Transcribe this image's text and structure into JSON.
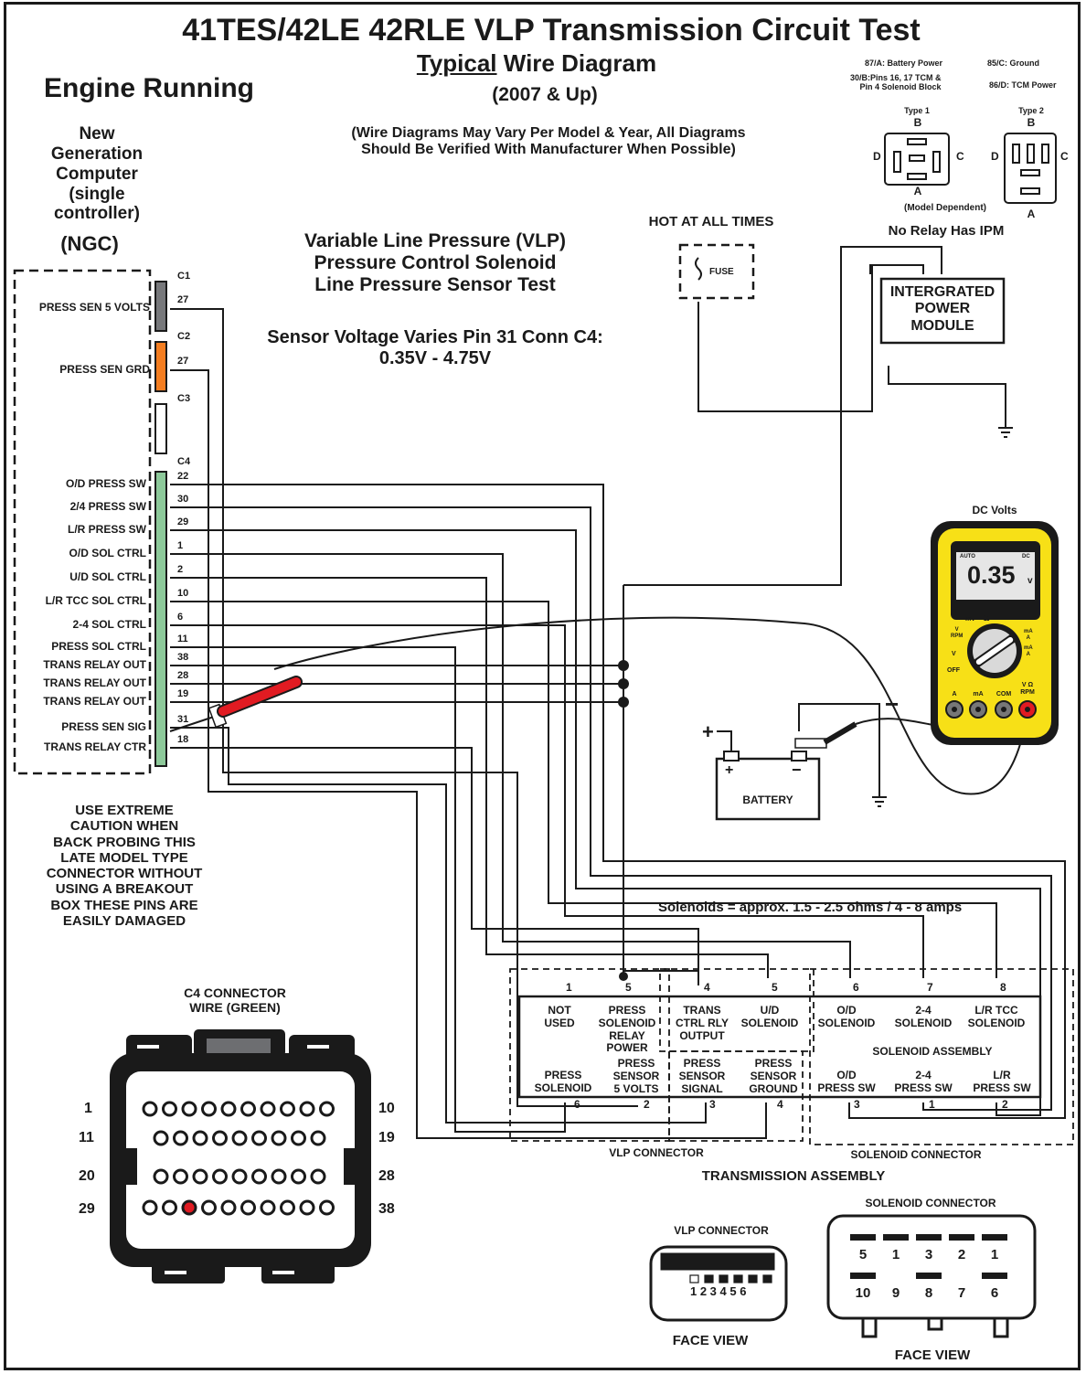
{
  "title": "41TES/42LE 42RLE VLP Transmission Circuit Test",
  "subtitle_typical": "Typical",
  "subtitle_rest": " Wire Diagram",
  "year": "(2007 & Up)",
  "disclaimer": "(Wire Diagrams May Vary Per Model & Year, All Diagrams\nShould Be Verified With Manufacturer When Possible)",
  "engine_state": "Engine Running",
  "computer": {
    "label": "New\nGeneration\nComputer\n(single\ncontroller)",
    "abbr": "(NGC)",
    "connectors": [
      "C1",
      "C2",
      "C3",
      "C4"
    ],
    "c1_pin_label": "PRESS SEN 5 VOLTS",
    "c1_pin": "27",
    "c2_pin_label": "PRESS SEN GRD",
    "c2_pin": "27",
    "c4_pins": [
      {
        "label": "O/D PRESS SW",
        "pin": "22"
      },
      {
        "label": "2/4 PRESS SW",
        "pin": "30"
      },
      {
        "label": "L/R PRESS SW",
        "pin": "29"
      },
      {
        "label": "O/D SOL CTRL",
        "pin": "1"
      },
      {
        "label": "U/D SOL CTRL",
        "pin": "2"
      },
      {
        "label": "L/R TCC SOL CTRL",
        "pin": "10"
      },
      {
        "label": "2-4 SOL CTRL",
        "pin": "6"
      },
      {
        "label": "PRESS SOL CTRL",
        "pin": "11"
      },
      {
        "label": "TRANS RELAY OUT",
        "pin": "38"
      },
      {
        "label": "TRANS RELAY OUT",
        "pin": "28"
      },
      {
        "label": "TRANS RELAY OUT",
        "pin": "19"
      },
      {
        "label": "PRESS SEN SIG",
        "pin": "31"
      },
      {
        "label": "TRANS RELAY CTR",
        "pin": "18"
      }
    ]
  },
  "test_title": "Variable Line Pressure (VLP)\nPressure Control Solenoid\nLine Pressure Sensor Test",
  "sensor_note": "Sensor Voltage Varies Pin 31 Conn C4:\n0.35V - 4.75V",
  "hot": "HOT AT ALL TIMES",
  "fuse": "FUSE",
  "ipm": "INTERGRATED\nPOWER\nMODULE",
  "relay": {
    "legend_87": "87/A: Battery Power",
    "legend_30": "30/B:Pins 16, 17 TCM &\nPin 4 Solenoid Block",
    "legend_85": "85/C: Ground",
    "legend_86": "86/D: TCM Power",
    "type1": "Type 1",
    "type2": "Type 2",
    "b": "B",
    "a": "A",
    "c": "C",
    "d": "D",
    "model_dep": "(Model Dependent)",
    "no_relay": "No Relay Has IPM"
  },
  "meter": {
    "title": "DC Volts",
    "reading": "0.35",
    "unit": "v",
    "auto": "AUTO",
    "dc": "DC",
    "mv": "mV",
    "ohm": "Ω",
    "vrpm": "V\nRPM",
    "v": "V",
    "off": "OFF",
    "ma_a": "mA\nA",
    "ma_a2": "mA\nA",
    "jack_a": "A",
    "jack_ma": "mA",
    "jack_com": "COM",
    "jack_v": "V Ω\nRPM"
  },
  "battery": {
    "label": "BATTERY",
    "plus": "+",
    "minus": "−",
    "pos_lead": "+",
    "neg_lead": "−"
  },
  "caution": "USE EXTREME\nCAUTION WHEN\nBACK PROBING THIS\nLATE MODEL TYPE\nCONNECTOR WITHOUT\nUSING A BREAKOUT\nBOX THESE PINS ARE\nEASILY DAMAGED",
  "solenoid_note": "Solenoids = approx. 1.5 - 2.5 ohms / 4 - 8 amps",
  "assembly": {
    "top_pins": [
      "1",
      "5",
      "4",
      "5",
      "6",
      "7",
      "8"
    ],
    "top_labels": [
      "NOT\nUSED",
      "PRESS\nSOLENOID\nRELAY\nPOWER",
      "TRANS\nCTRL RLY\nOUTPUT",
      "U/D\nSOLENOID",
      "O/D\nSOLENOID",
      "2-4\nSOLENOID",
      "L/R TCC\nSOLENOID"
    ],
    "solenoid_assembly": "SOLENOID ASSEMBLY",
    "bottom_labels": [
      "PRESS\nSOLENOID",
      "PRESS\nSENSOR\n5 VOLTS",
      "PRESS\nSENSOR\nSIGNAL",
      "PRESS\nSENSOR\nGROUND",
      "O/D\nPRESS SW",
      "2-4\nPRESS SW",
      "L/R\nPRESS SW"
    ],
    "bottom_pins": [
      "6",
      "2",
      "3",
      "4",
      "3",
      "1",
      "2"
    ],
    "vlp_connector": "VLP CONNECTOR",
    "solenoid_connector": "SOLENOID CONNECTOR",
    "transmission_assembly": "TRANSMISSION ASSEMBLY"
  },
  "c4_connector": {
    "title": "C4 CONNECTOR\nWIRE (GREEN)",
    "row_left": [
      "1",
      "11",
      "20",
      "29"
    ],
    "row_right": [
      "10",
      "19",
      "28",
      "38"
    ],
    "highlight_color": "#e11b22"
  },
  "vlp_face": {
    "title": "VLP CONNECTOR",
    "pins": "1 2 3 4 5 6",
    "face": "FACE VIEW"
  },
  "sol_face": {
    "title": "SOLENOID CONNECTOR",
    "top_row": [
      "5",
      "1",
      "3",
      "2",
      "1"
    ],
    "bottom_row": [
      "10",
      "9",
      "8",
      "7",
      "6"
    ],
    "face": "FACE VIEW"
  },
  "colors": {
    "c1": "#77787b",
    "c2": "#f47d20",
    "c4": "#8dc99a",
    "meter_yellow": "#f7e017",
    "probe_red": "#e11b22"
  }
}
